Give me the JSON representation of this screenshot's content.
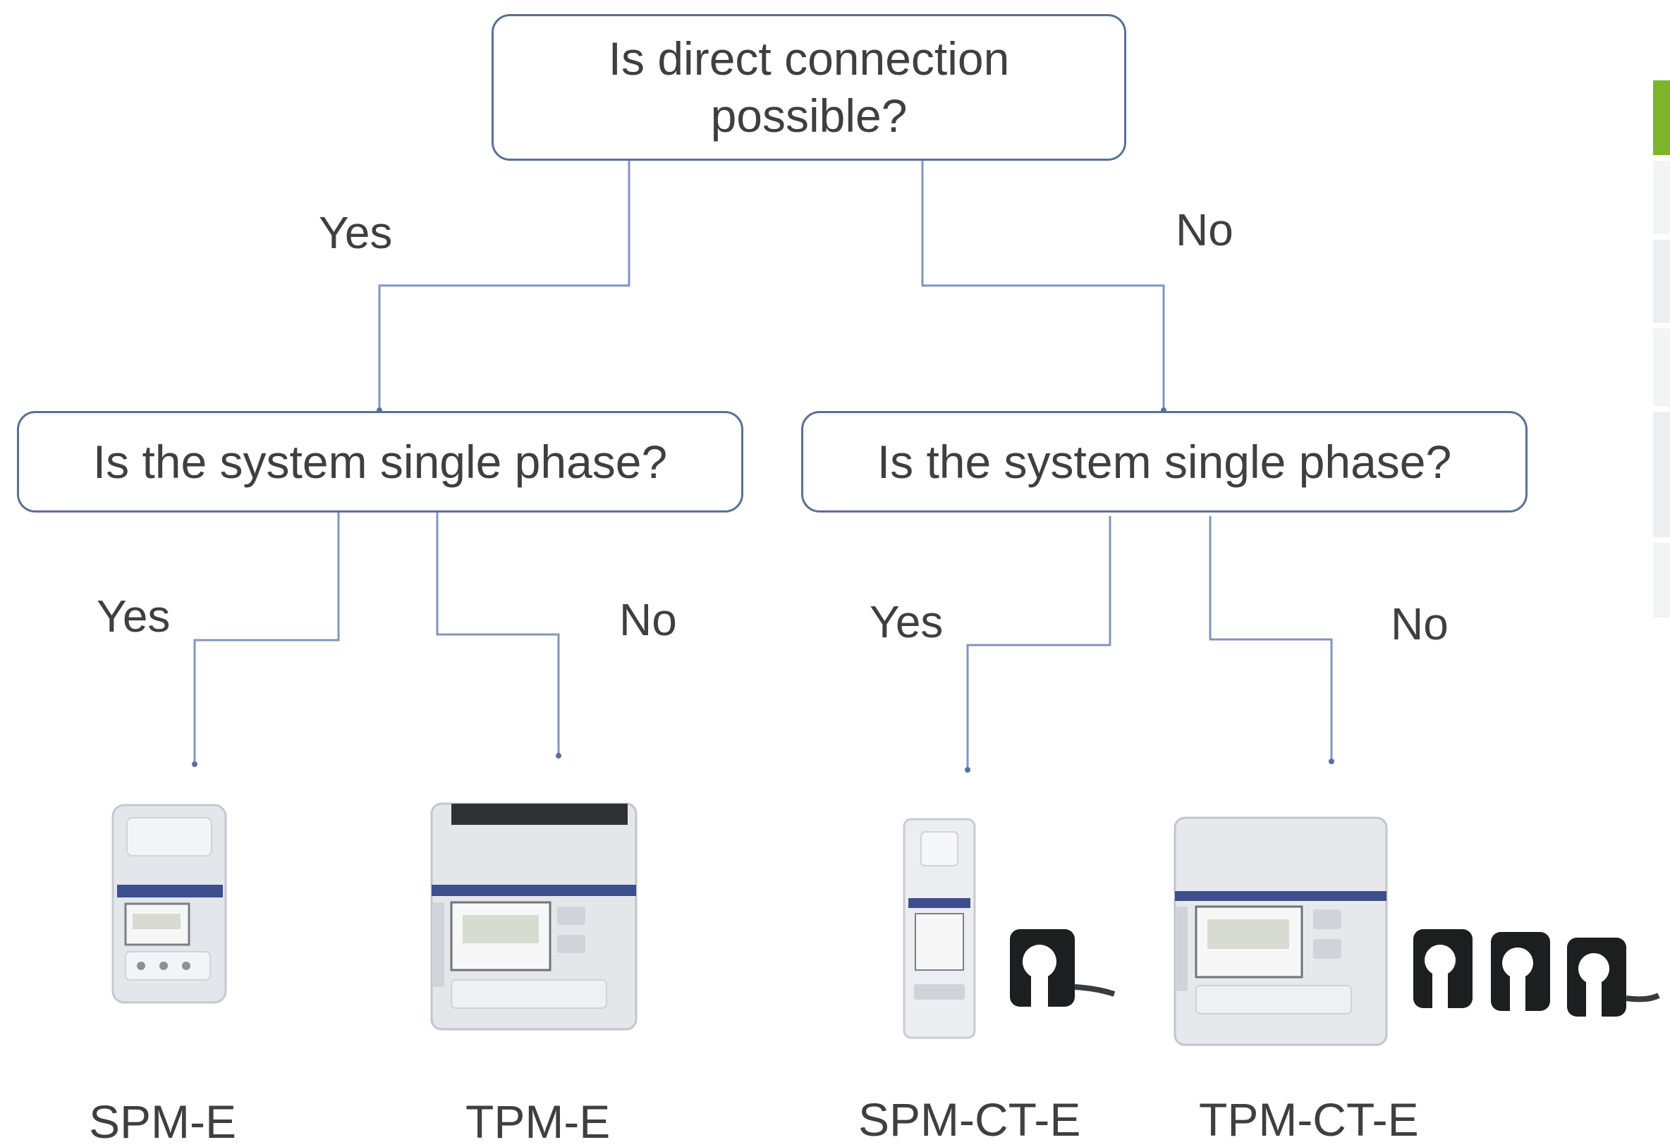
{
  "flowchart": {
    "root_question": "Is direct connection possible?",
    "branch_yes_label": "Yes",
    "branch_no_label": "No",
    "left_question": "Is the system single phase?",
    "right_question": "Is the system single phase?",
    "left_yes_label": "Yes",
    "left_no_label": "No",
    "right_yes_label": "Yes",
    "right_no_label": "No"
  },
  "products": [
    {
      "name": "SPM-E",
      "icon": "single-phase-meter-icon"
    },
    {
      "name": "TPM-E",
      "icon": "three-phase-meter-icon"
    },
    {
      "name": "SPM-CT-E",
      "icon": "single-phase-ct-meter-icon"
    },
    {
      "name": "TPM-CT-E",
      "icon": "three-phase-ct-meter-icon"
    }
  ],
  "colors": {
    "box_border": "#5a6f98",
    "connector": "#8195bd",
    "text": "#3f3f3f",
    "accent_strip": "#7db52a"
  }
}
